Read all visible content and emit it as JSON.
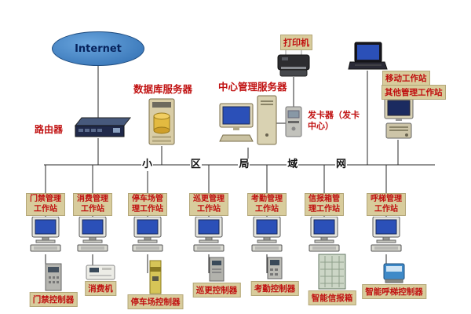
{
  "diagram": {
    "internet": "Internet",
    "router_label": "路由器",
    "database_server_label": "数据库服务器",
    "central_server_label": "中心管理服务器",
    "printer_label": "打印机",
    "card_issuer_label": "发卡器（发卡中心）",
    "mobile_workstation_label": "移动工作站",
    "other_workstation_label": "其他管理工作站",
    "bus_chars": [
      "小",
      "区",
      "局",
      "域",
      "网"
    ],
    "stations": [
      {
        "label": "门禁管理工作站",
        "device": "门禁控制器"
      },
      {
        "label": "消费管理工作站",
        "device": "消费机"
      },
      {
        "label": "停车场管理工作站",
        "device": "停车场控制器"
      },
      {
        "label": "巡更管理工作站",
        "device": "巡更控制器"
      },
      {
        "label": "考勤管理工作站",
        "device": "考勤控制器"
      },
      {
        "label": "信报箱管理工作站",
        "device": "智能信报箱"
      },
      {
        "label": "呼梯管理工作站",
        "device": "智能呼梯控制器"
      }
    ],
    "colors": {
      "label-bg": "#d8cc9c",
      "label-text": "#c01010",
      "line": "#2a2a2a",
      "screen-blue": "#2b50b8"
    }
  }
}
